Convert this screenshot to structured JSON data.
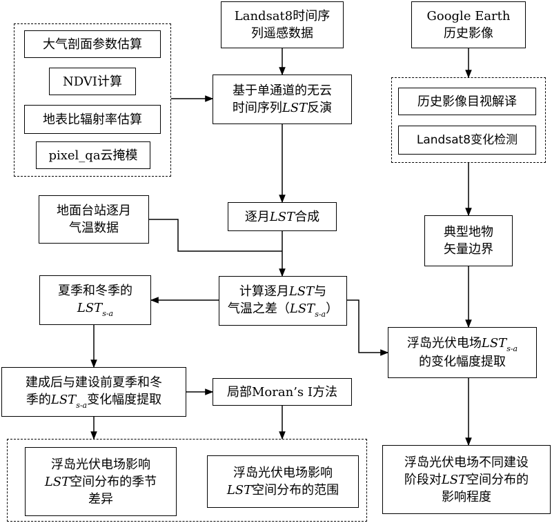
{
  "nodes": {
    "landsat": [
      "Landsat8时间序",
      "列遥感数据"
    ],
    "google": [
      "Google Earth",
      "历史影像"
    ],
    "atmos": "大气剖面参数估算",
    "ndvi": "NDVI计算",
    "emiss": "地表比辐射率估算",
    "pixelqa": "pixel_qa云掩模",
    "lst_inversion": {
      "l1": "基于单通道的无云",
      "l2a": "时间序列",
      "l2b": "LST",
      "l2c": "反演"
    },
    "hist_interp": "历史影像目视解译",
    "change_detect": "Landsat8变化检测",
    "station": [
      "地面台站逐月",
      "气温数据"
    ],
    "monthly_lst": {
      "a": "逐月",
      "b": "LST",
      "c": "合成"
    },
    "typical": [
      "典型地物",
      "矢量边界"
    ],
    "summer_winter": {
      "l1": "夏季和冬季的",
      "main": "LST",
      "sub": "s-a"
    },
    "diff": {
      "l1a": "计算逐月",
      "l1b": "LST",
      "l1c": "与",
      "l2a": "气温之差（",
      "l2b": "LST",
      "l2sub": "s-a",
      "l2c": "）"
    },
    "fpv_change": {
      "l1a": "浮岛光伏电场",
      "l1b": "LST",
      "l1sub": "s-a",
      "l2": "的变化幅度提取"
    },
    "before_after": {
      "l1": "建成后与建设前夏季和冬",
      "l2a": "季的",
      "l2b": "LST",
      "l2sub": "s-a",
      "l2c": "变化幅度提取"
    },
    "moran": "局部Moran’s I方法",
    "seasonal": {
      "l1": "浮岛光伏电场影响",
      "l2a": "LST",
      "l2b": "空间分布的季节",
      "l3": "差异"
    },
    "range": {
      "l1": "浮岛光伏电场影响",
      "l2a": "LST",
      "l2b": "空间分布的范围"
    },
    "stages": {
      "l1": "浮岛光伏电场不同建设",
      "l2a": "阶段对",
      "l2b": "LST",
      "l2c": "空间分布的",
      "l3": "影响程度"
    }
  }
}
